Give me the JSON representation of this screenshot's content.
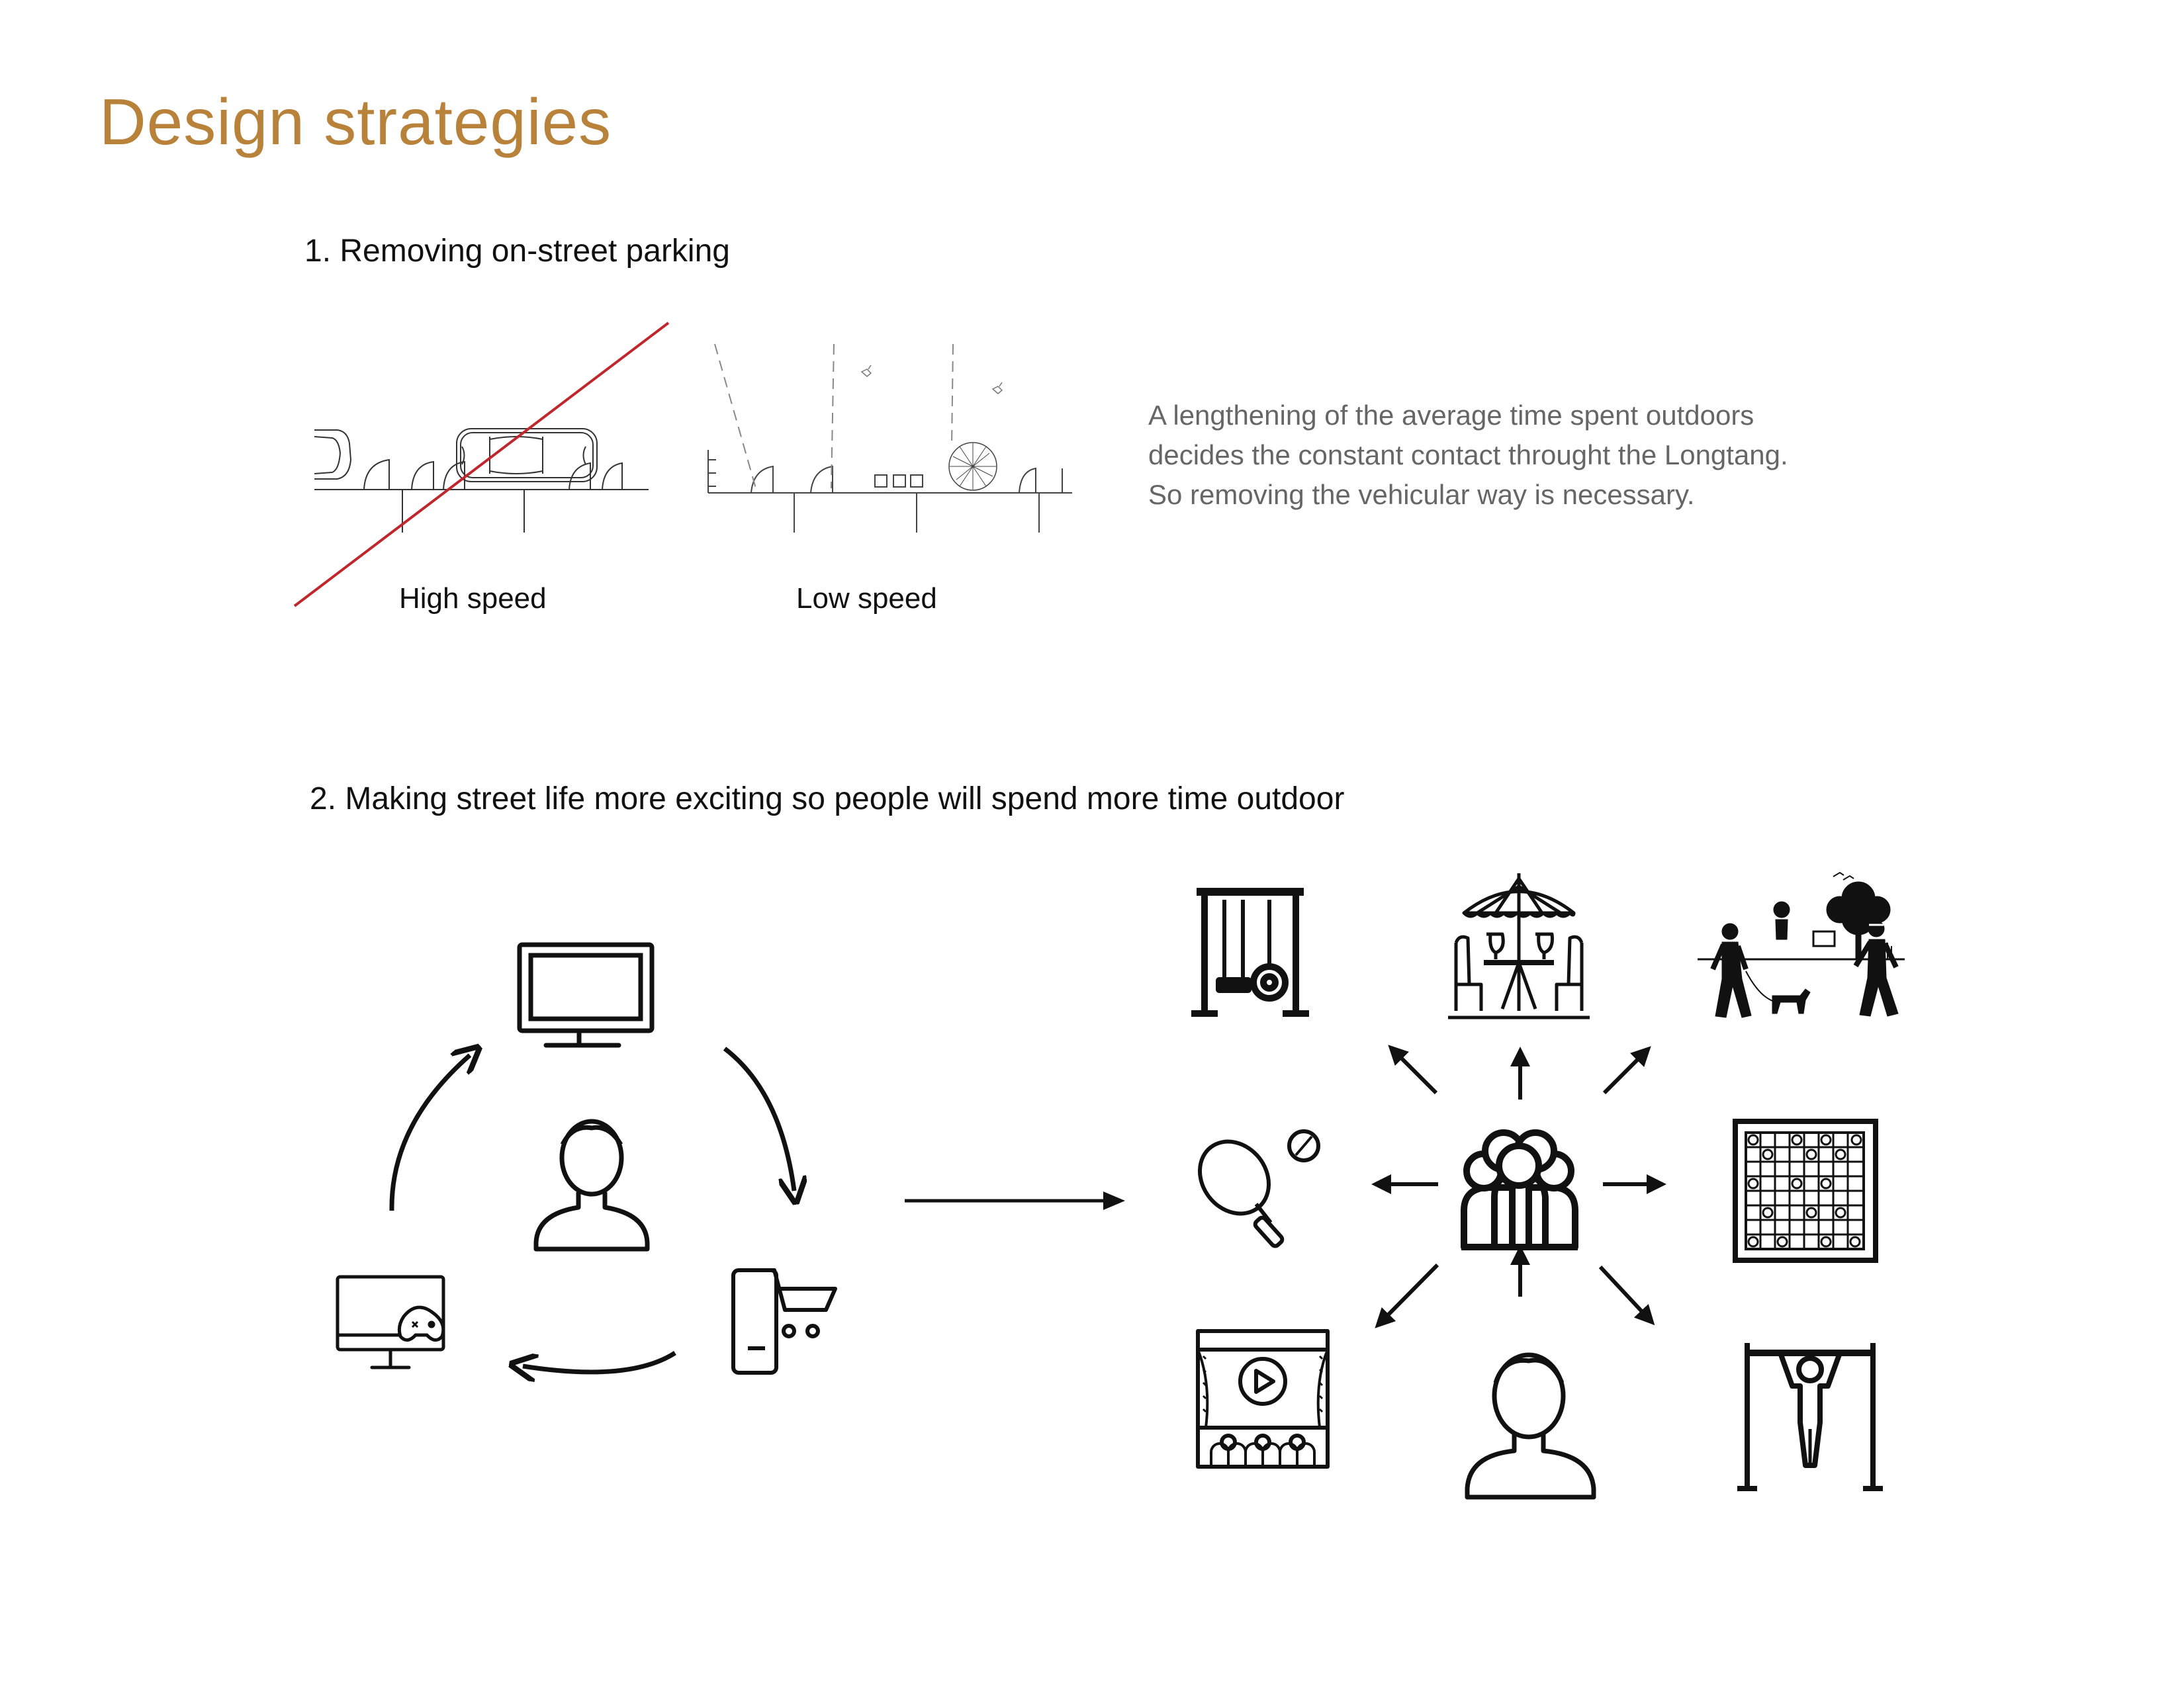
{
  "page": {
    "title": "Design strategies"
  },
  "section1": {
    "heading": "1. Removing on-street parking",
    "high_speed_label": "High speed",
    "low_speed_label": "Low speed",
    "description_lines": [
      "A lengthening of the average time spent outdoors",
      "decides the constant contact throught the Longtang.",
      "So removing the vehicular way is necessary."
    ],
    "cross_out_color": "#c0272d"
  },
  "section2": {
    "heading": "2. Making street life more exciting so people will spend more time outdoor",
    "cycle_icons": [
      "monitor-icon",
      "shopping-phone-icon",
      "gaming-computer-icon",
      "person-icon"
    ],
    "activity_icons": [
      "swing-icon",
      "cafe-umbrella-icon",
      "park-walk-icon",
      "board-game-icon",
      "pull-up-bar-icon",
      "outdoor-cinema-icon",
      "table-tennis-icon",
      "person-icon"
    ],
    "center_icon": "group-icon"
  },
  "colors": {
    "title": "#b8823a",
    "text": "#111111",
    "paragraph": "#666666"
  }
}
